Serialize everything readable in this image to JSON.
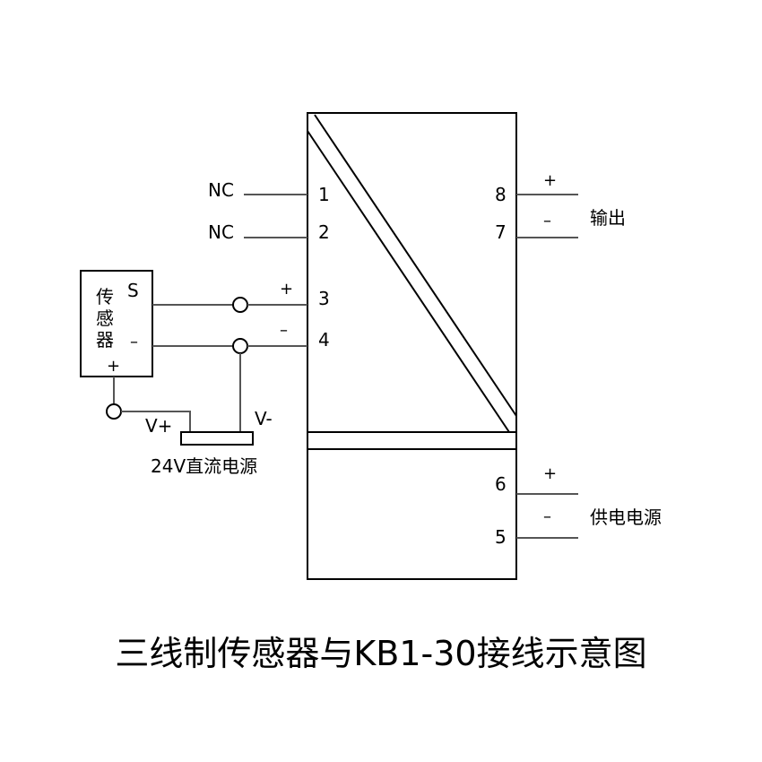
{
  "caption": "三线制传感器与KB1-30接线示意图",
  "module": {
    "terminals": {
      "t1": "1",
      "t2": "2",
      "t3": "3",
      "t4": "4",
      "t5": "5",
      "t6": "6",
      "t7": "7",
      "t8": "8"
    },
    "input_labels": {
      "nc1": "NC",
      "nc2": "NC",
      "plus3": "+",
      "minus4": "–"
    },
    "output": {
      "plus": "+",
      "minus": "–",
      "label": "输出"
    },
    "power": {
      "plus": "+",
      "minus": "–",
      "label": "供电电源"
    }
  },
  "sensor": {
    "name_chars": [
      "传",
      "感",
      "器"
    ],
    "pin_s": "S",
    "pin_minus": "–",
    "pin_plus": "+"
  },
  "supply": {
    "v_plus": "V+",
    "v_minus": "V-",
    "label": "24V直流电源"
  },
  "colors": {
    "line": "#000000",
    "wire": "#555555"
  }
}
